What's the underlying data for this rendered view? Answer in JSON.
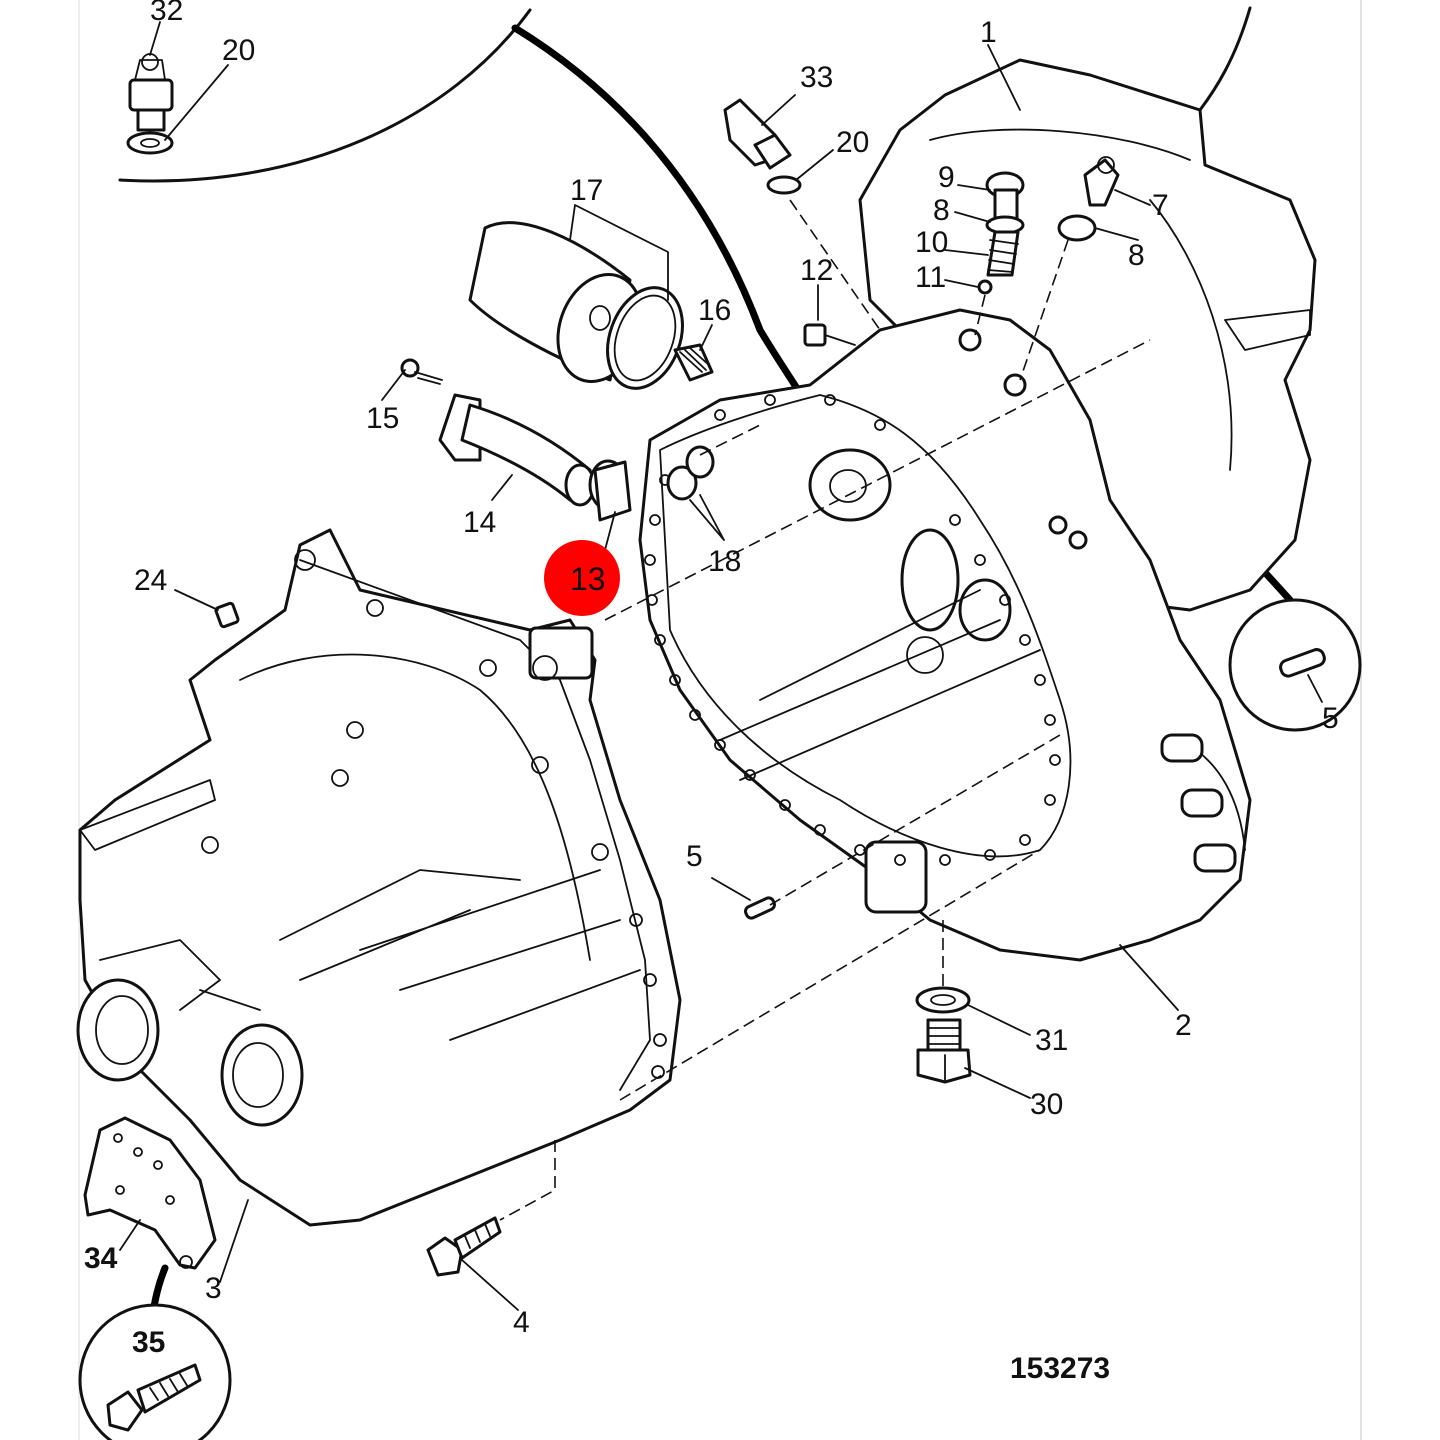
{
  "labels": {
    "l32": "32",
    "l20a": "20",
    "l33": "33",
    "l20b": "20",
    "l1": "1",
    "l17": "17",
    "l9": "9",
    "l8a": "8",
    "l7": "7",
    "l8b": "8",
    "l10": "10",
    "l11": "11",
    "l12": "12",
    "l16": "16",
    "l15": "15",
    "l14": "14",
    "l18": "18",
    "l24": "24",
    "l5a": "5",
    "l5b": "5",
    "l2": "2",
    "l31": "31",
    "l30": "30",
    "l34": "34",
    "l3": "3",
    "l35": "35",
    "l4": "4"
  },
  "callout": {
    "number": "13",
    "color": "#ff0000"
  },
  "reference_number": "153273"
}
